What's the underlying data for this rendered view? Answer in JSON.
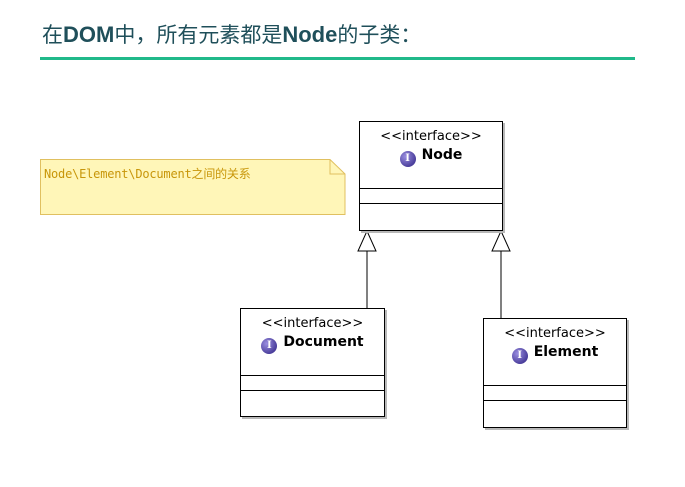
{
  "heading": {
    "prefix": "在",
    "term1": "DOM",
    "middle": "中，所有元素都是",
    "term2": "Node",
    "suffix": "的子类："
  },
  "note": {
    "text": "Node\\Element\\Document之间的关系"
  },
  "icon_letter": "I",
  "classes": {
    "node": {
      "stereotype": "<<interface>>",
      "name": "Node",
      "icon": "interface-icon"
    },
    "document": {
      "stereotype": "<<interface>>",
      "name": "Document",
      "icon": "interface-icon"
    },
    "element": {
      "stereotype": "<<interface>>",
      "name": "Element",
      "icon": "interface-icon"
    }
  },
  "colors": {
    "heading_text": "#1f4f5a",
    "heading_rule": "#20b98a",
    "note_fill": "#fff6b8",
    "note_border": "#e0c060",
    "note_text": "#c8960a",
    "interface_icon": "#4b3f9c"
  }
}
